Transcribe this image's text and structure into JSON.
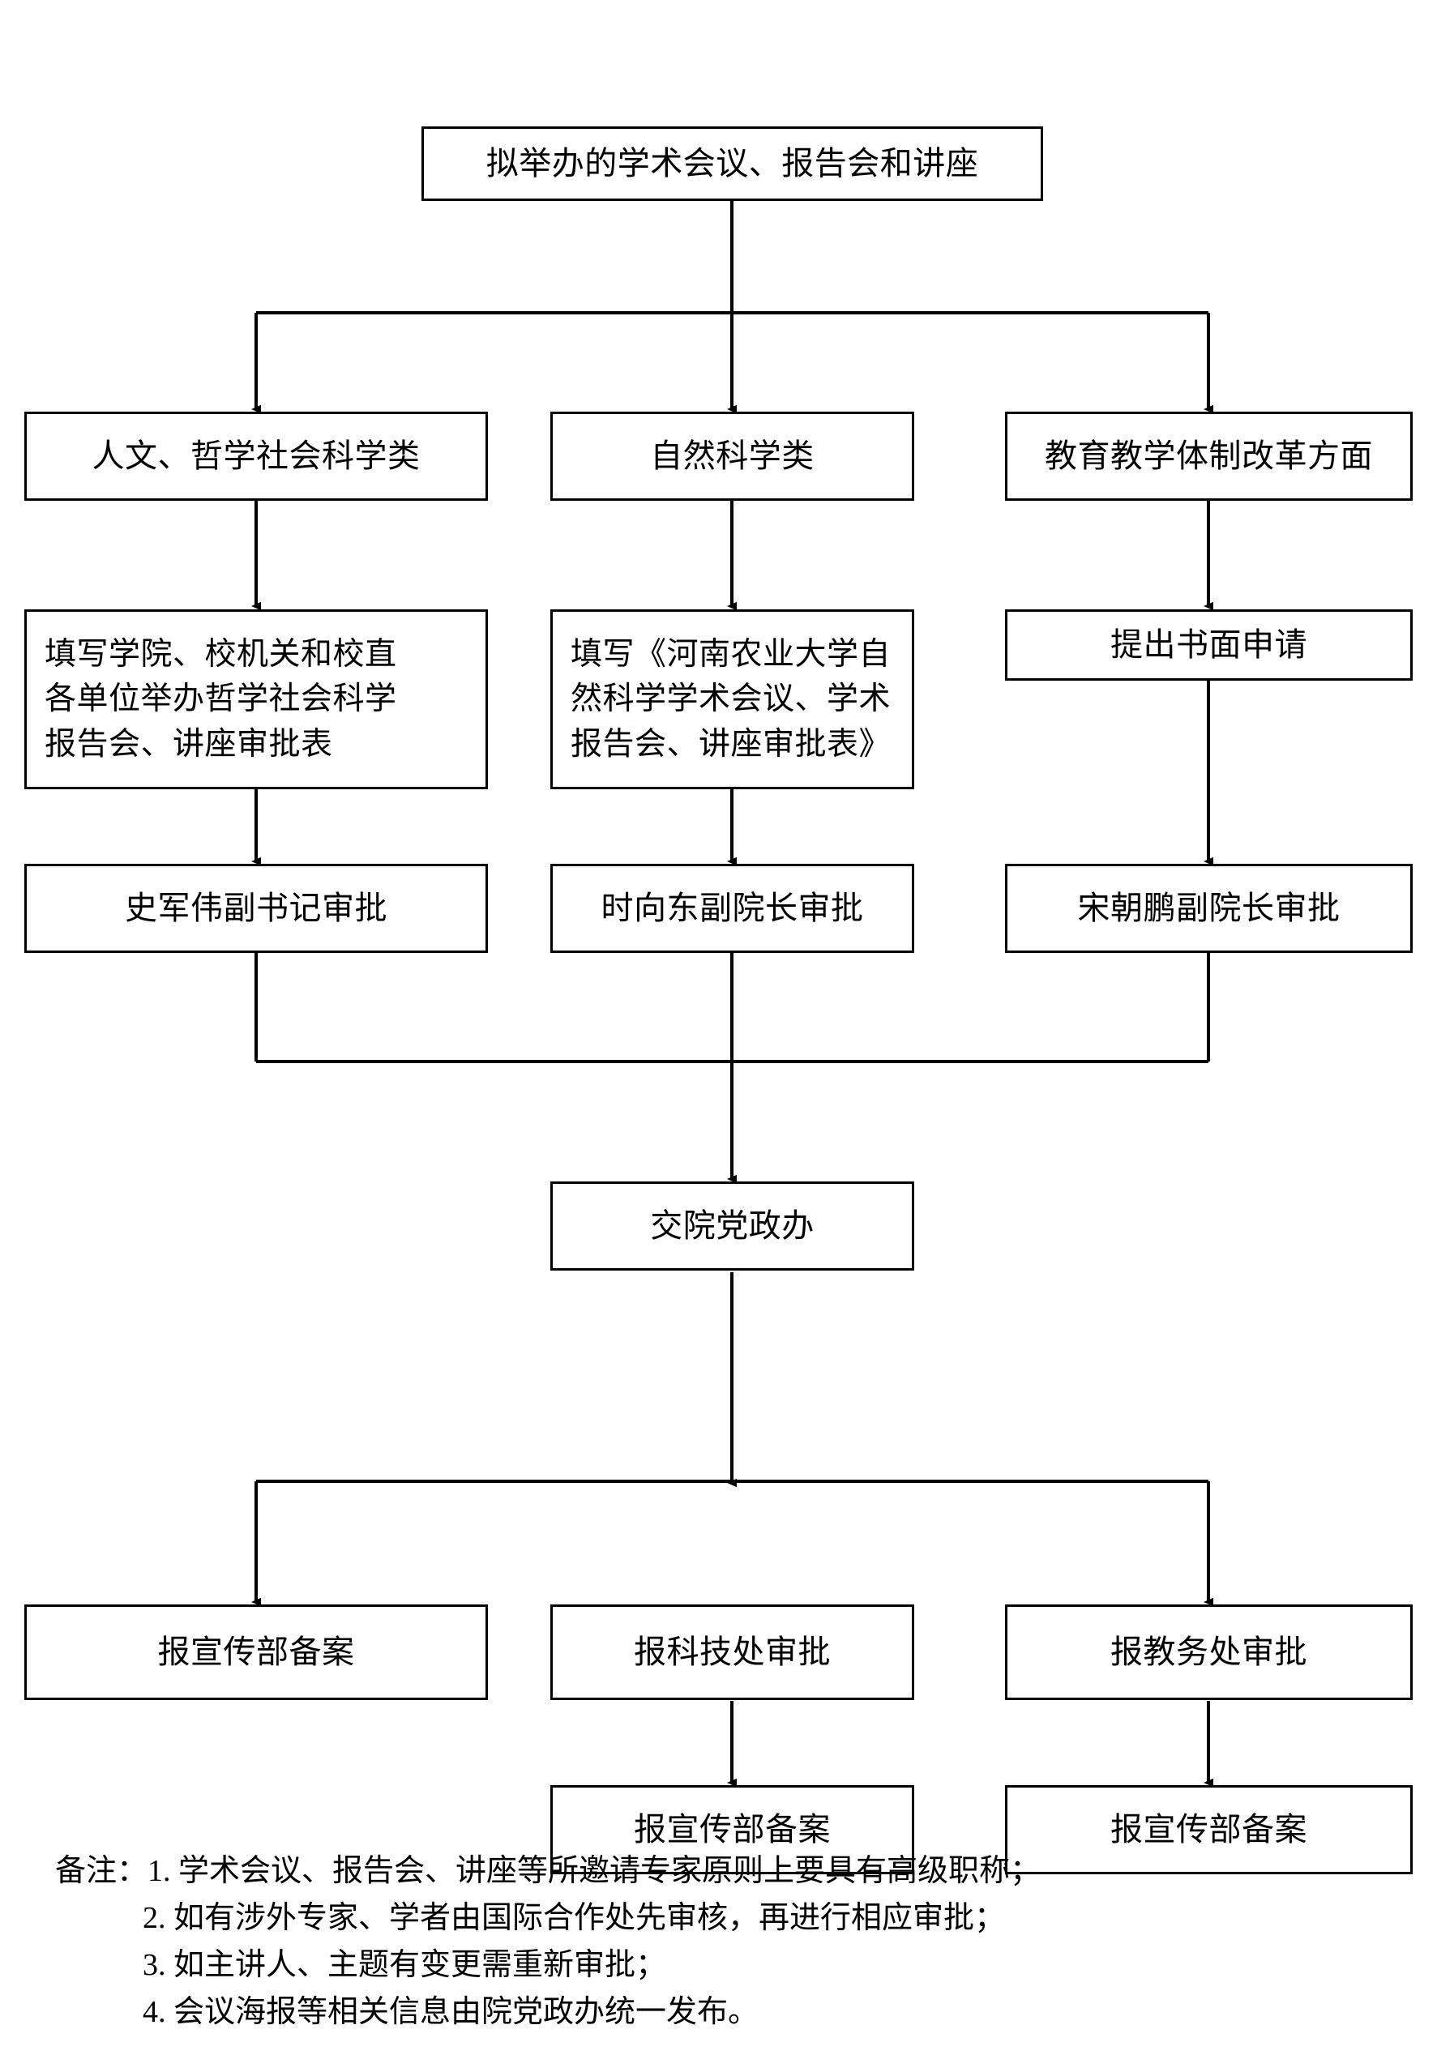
{
  "diagram": {
    "title_node": "拟举办的学术会议、报告会和讲座",
    "categories": [
      "人文、哲学社会科学类",
      "自然科学类",
      "教育教学体制改革方面"
    ],
    "forms": [
      "填写学院、校机关和校直\n各单位举办哲学社会科学\n报告会、讲座审批表",
      "填写《河南农业大学自\n然科学学术会议、学术\n报告会、讲座审批表》",
      "提出书面申请"
    ],
    "approvals": [
      "史军伟副书记审批",
      "时向东副院长审批",
      "宋朝鹏副院长审批"
    ],
    "merge_node": "交院党政办",
    "dispatch": [
      "报宣传部备案",
      "报科技处审批",
      "报教务处审批"
    ],
    "final": [
      "报宣传部备案",
      "报宣传部备案"
    ]
  },
  "notes": {
    "label": "备注：",
    "items": [
      "备注：1. 学术会议、报告会、讲座等所邀请专家原则上要具有高级职称；",
      "2. 如有涉外专家、学者由国际合作处先审核，再进行相应审批；",
      "3. 如主讲人、主题有变更需重新审批；",
      "4. 会议海报等相关信息由院党政办统一发布。"
    ]
  },
  "style": {
    "line_color": "#000000",
    "box_border_color": "#000000",
    "background": "#ffffff"
  }
}
